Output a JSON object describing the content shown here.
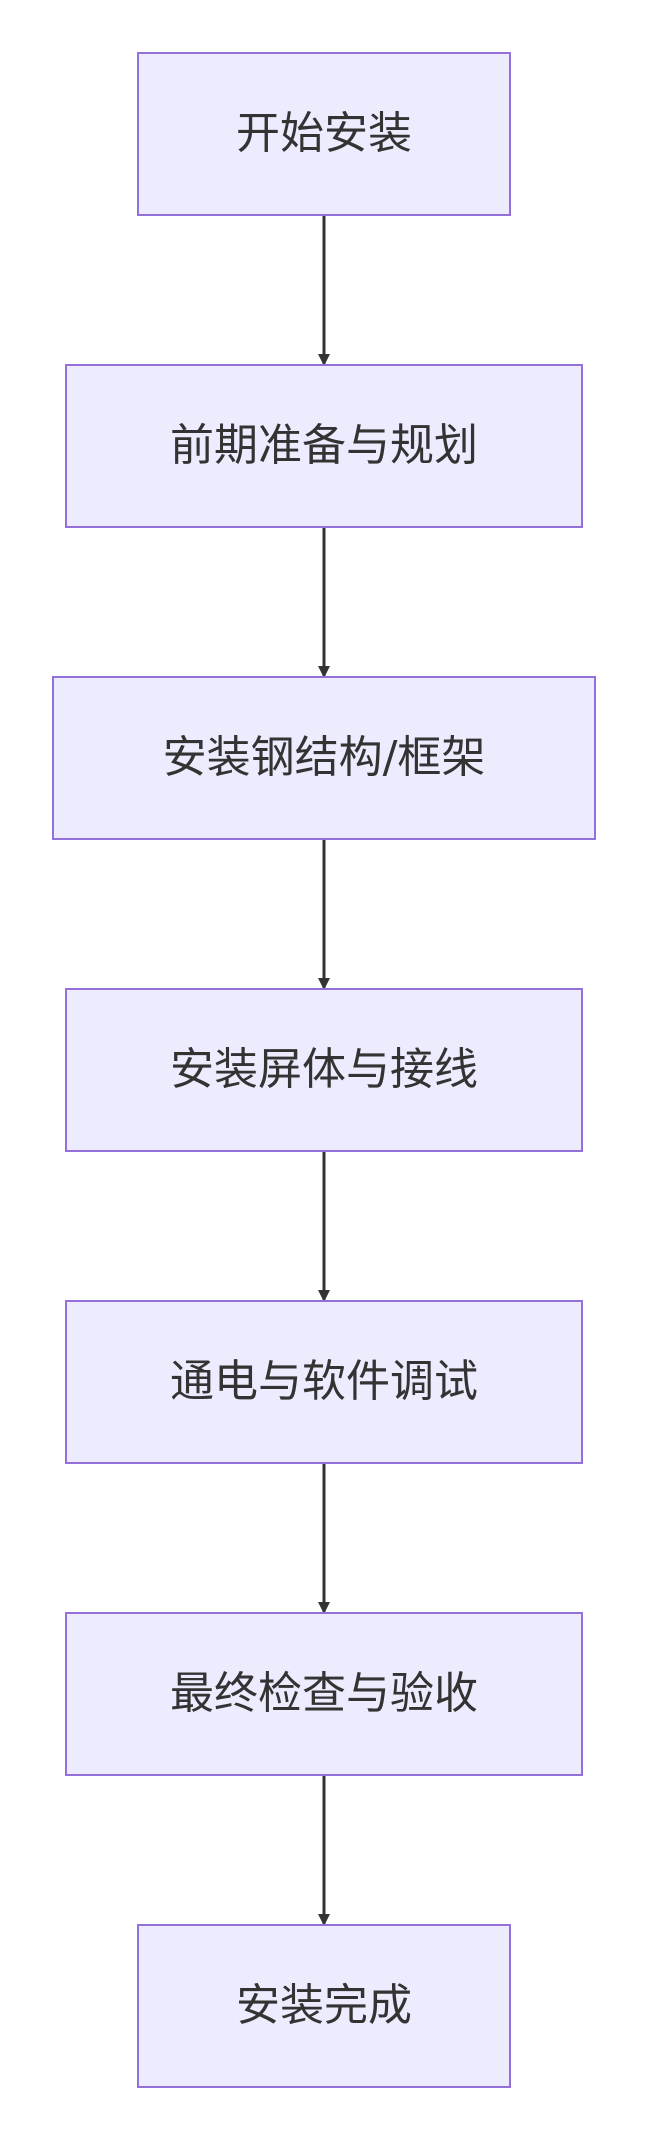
{
  "flowchart": {
    "nodes": [
      {
        "id": "start",
        "label": "开始安装"
      },
      {
        "id": "prep",
        "label": "前期准备与规划"
      },
      {
        "id": "frame",
        "label": "安装钢结构/框架"
      },
      {
        "id": "screen",
        "label": "安装屏体与接线"
      },
      {
        "id": "power",
        "label": "通电与软件调试"
      },
      {
        "id": "check",
        "label": "最终检查与验收"
      },
      {
        "id": "done",
        "label": "安装完成"
      }
    ],
    "edges": [
      {
        "from": "start",
        "to": "prep"
      },
      {
        "from": "prep",
        "to": "frame"
      },
      {
        "from": "frame",
        "to": "screen"
      },
      {
        "from": "screen",
        "to": "power"
      },
      {
        "from": "power",
        "to": "check"
      },
      {
        "from": "check",
        "to": "done"
      }
    ],
    "colors": {
      "node_fill": "#ececfe",
      "node_border": "#9370db",
      "text": "#333333",
      "edge": "#333333"
    }
  }
}
